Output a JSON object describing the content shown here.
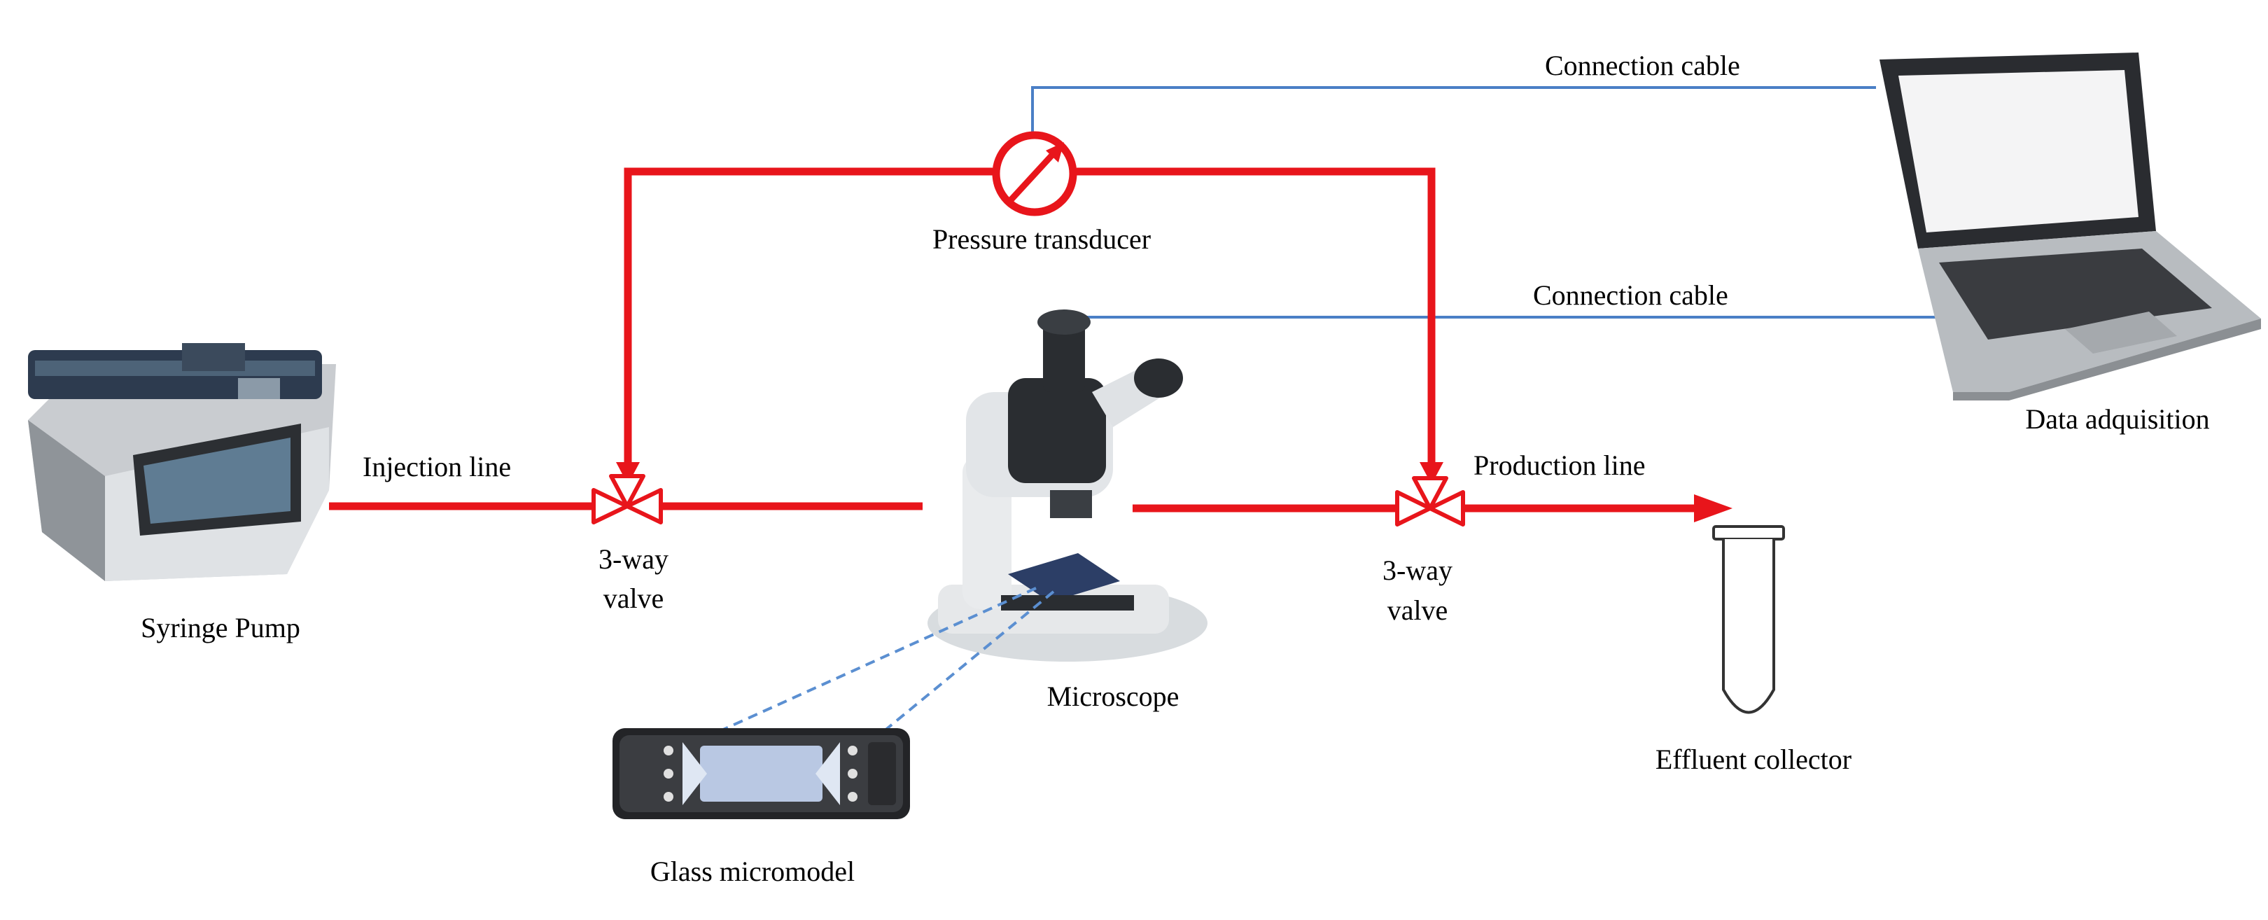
{
  "labels": {
    "connection_cable_top": "Connection cable",
    "connection_cable_mid": "Connection cable",
    "pressure_transducer": "Pressure transducer",
    "data_adquisition": "Data adquisition",
    "injection_line": "Injection line",
    "production_line": "Production line",
    "valve_left_line1": "3-way",
    "valve_left_line2": "valve",
    "valve_right_line1": "3-way",
    "valve_right_line2": "valve",
    "syringe_pump": "Syringe Pump",
    "microscope": "Microscope",
    "effluent_collector": "Effluent collector",
    "glass_micromodel": "Glass micromodel"
  },
  "colors": {
    "flow_line": "#e8151b",
    "cable_line": "#4a7fc6",
    "sight_line": "#5b8fd1",
    "device_dark": "#2b2b2b",
    "device_silver": "#cfd3d6"
  }
}
